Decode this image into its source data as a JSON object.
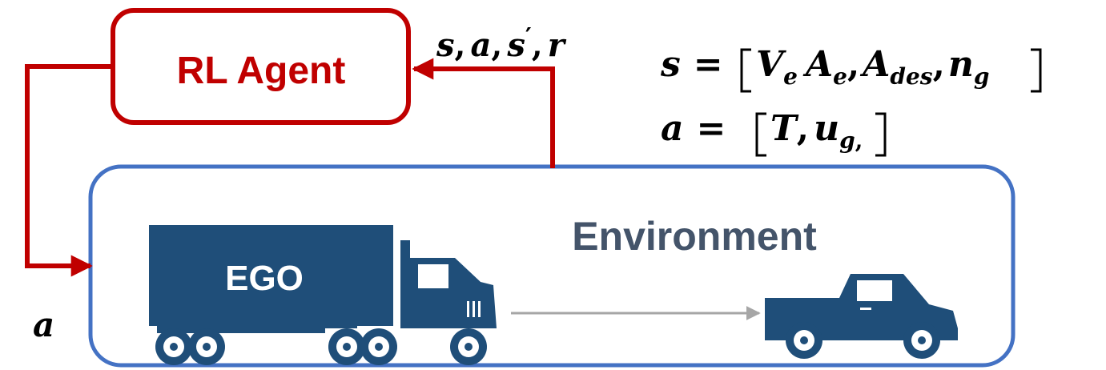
{
  "agent": {
    "label": "RL Agent",
    "color": "#c00000"
  },
  "environment": {
    "label": "Environment",
    "color": "#4472c4",
    "text_color": "#44546a"
  },
  "ego": {
    "label": "EGO",
    "color": "#1f4e79"
  },
  "lead_vehicle": {
    "color": "#1f4e79"
  },
  "feedback": {
    "s": "s",
    "comma1": ",",
    "a": "a",
    "comma2": ",",
    "s_prime": "s",
    "prime": "′",
    "comma3": ",",
    "r": "r"
  },
  "action_label": "a",
  "state_eq": {
    "lhs": "s",
    "eq": "=",
    "V": "V",
    "V_sub": "e",
    "A1": "A",
    "A1_sub": "e",
    "comma1": ",",
    "A2": "A",
    "A2_sub": "des",
    "comma2": ",",
    "n": "n",
    "n_sub": "g"
  },
  "action_eq": {
    "lhs": "a",
    "eq": "=",
    "T": "T",
    "comma1": ",",
    "u": "u",
    "u_sub": "g",
    "sub_comma": ","
  },
  "flow_arrow_color": "#a6a6a6"
}
